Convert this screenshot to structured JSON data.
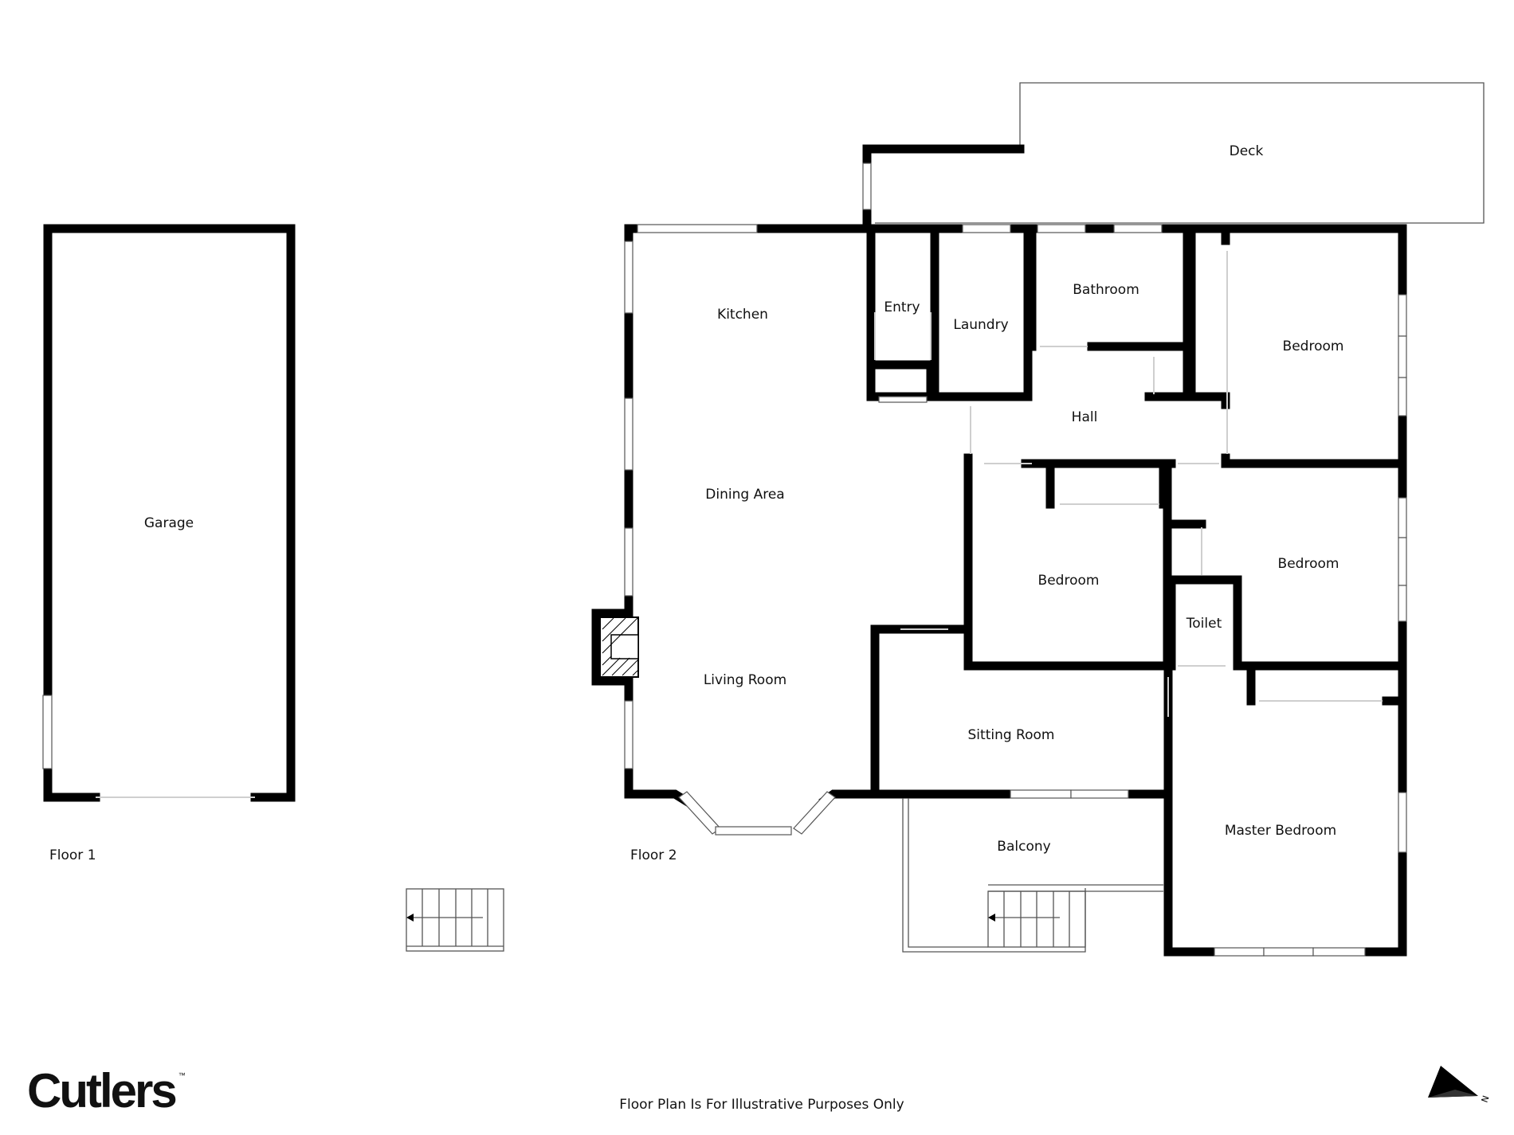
{
  "rooms": {
    "garage": "Garage",
    "kitchen": "Kitchen",
    "dining": "Dining Area",
    "living": "Living Room",
    "entry": "Entry",
    "laundry": "Laundry",
    "bathroom": "Bathroom",
    "hall": "Hall",
    "bedroom_ne": "Bedroom",
    "bedroom_center": "Bedroom",
    "bedroom_e": "Bedroom",
    "toilet": "Toilet",
    "sitting": "Sitting Room",
    "balcony": "Balcony",
    "master": "Master Bedroom",
    "deck": "Deck"
  },
  "floors": {
    "floor1": "Floor 1",
    "floor2": "Floor 2"
  },
  "footer": {
    "brand": "Cutlers",
    "brand_mark": "™",
    "disclaimer": "Floor Plan Is For Illustrative Purposes Only",
    "compass_letter": "N"
  },
  "colors": {
    "wall": "#000000",
    "background": "#ffffff"
  }
}
